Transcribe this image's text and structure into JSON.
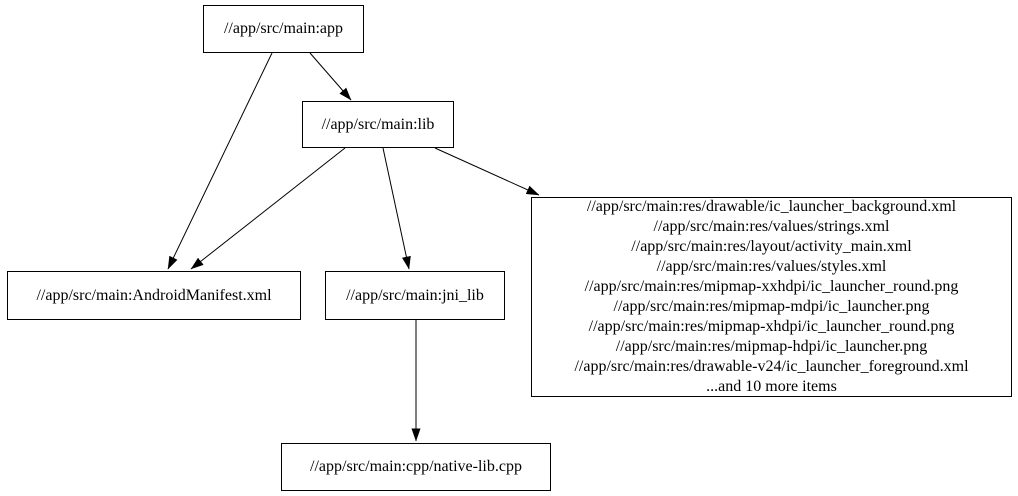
{
  "diagram": {
    "type": "dependency-graph",
    "colors": {
      "background": "#ffffff",
      "node_fill": "#ffffff",
      "node_border": "#000000",
      "edge": "#000000",
      "text": "#000000"
    },
    "nodes": {
      "app": {
        "label": "//app/src/main:app"
      },
      "lib": {
        "label": "//app/src/main:lib"
      },
      "manifest": {
        "label": "//app/src/main:AndroidManifest.xml"
      },
      "jni_lib": {
        "label": "//app/src/main:jni_lib"
      },
      "res_group": {
        "lines": [
          "//app/src/main:res/drawable/ic_launcher_background.xml",
          "//app/src/main:res/values/strings.xml",
          "//app/src/main:res/layout/activity_main.xml",
          "//app/src/main:res/values/styles.xml",
          "//app/src/main:res/mipmap-xxhdpi/ic_launcher_round.png",
          "//app/src/main:res/mipmap-mdpi/ic_launcher.png",
          "//app/src/main:res/mipmap-xhdpi/ic_launcher_round.png",
          "//app/src/main:res/mipmap-hdpi/ic_launcher.png",
          "//app/src/main:res/drawable-v24/ic_launcher_foreground.xml",
          "...and 10 more items"
        ]
      },
      "cpp": {
        "label": "//app/src/main:cpp/native-lib.cpp"
      }
    },
    "edges": [
      {
        "from": "//app/src/main:app",
        "to": "//app/src/main:AndroidManifest.xml"
      },
      {
        "from": "//app/src/main:app",
        "to": "//app/src/main:lib"
      },
      {
        "from": "//app/src/main:lib",
        "to": "//app/src/main:AndroidManifest.xml"
      },
      {
        "from": "//app/src/main:lib",
        "to": "//app/src/main:jni_lib"
      },
      {
        "from": "//app/src/main:lib",
        "to": "res-file-group"
      },
      {
        "from": "//app/src/main:jni_lib",
        "to": "//app/src/main:cpp/native-lib.cpp"
      }
    ]
  }
}
